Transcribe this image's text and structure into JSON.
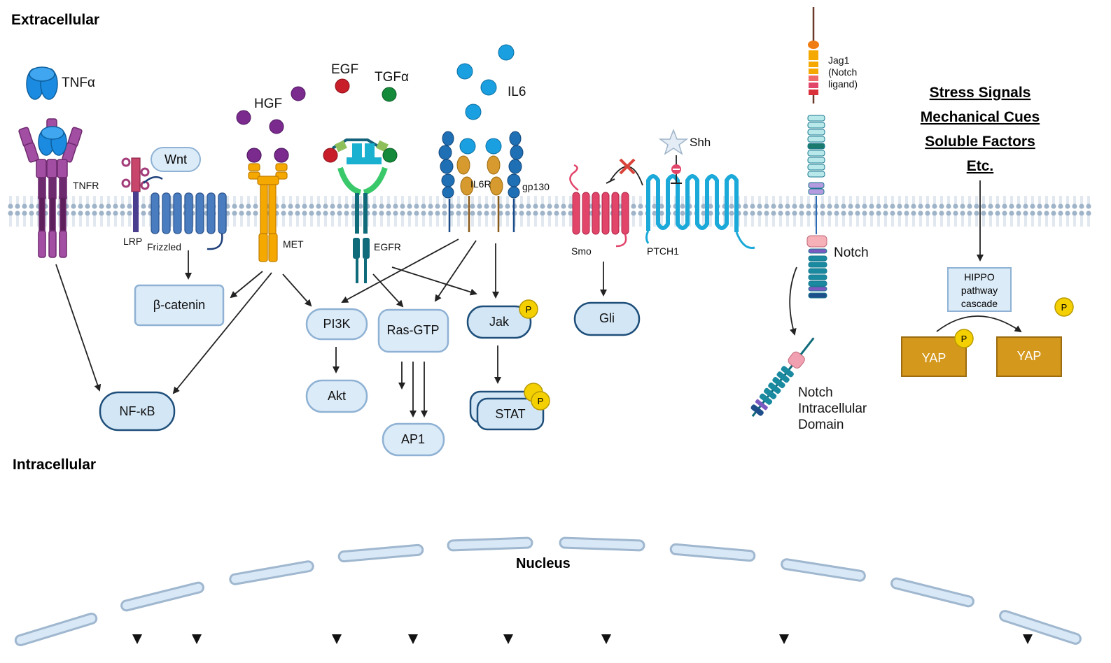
{
  "regions": {
    "extracellular": "Extracellular",
    "intracellular": "Intracellular",
    "nucleus": "Nucleus"
  },
  "ligands": {
    "tnf": "TNFα",
    "hgf": "HGF",
    "egf": "EGF",
    "tgf": "TGFα",
    "il6": "IL6",
    "wnt": "Wnt",
    "shh": "Shh",
    "jag1": [
      "Jag1",
      "(Notch",
      "ligand)"
    ]
  },
  "receptors": {
    "tnfr": "TNFR",
    "lrp": "LRP",
    "frizzled": "Frizzled",
    "met": "MET",
    "egfr": "EGFR",
    "il6r": "IL6R",
    "gp130": "gp130",
    "smo": "Smo",
    "ptch1": "PTCH1",
    "notch": "Notch"
  },
  "signals": [
    "Stress Signals",
    "Mechanical Cues",
    "Soluble Factors",
    "Etc."
  ],
  "nodes": {
    "beta_catenin": "β-catenin",
    "pi3k": "PI3K",
    "ras": "Ras-GTP",
    "jak": "Jak",
    "gli": "Gli",
    "akt": "Akt",
    "ap1": "AP1",
    "stat": "STAT",
    "nfkb": "NF-κB",
    "hippo": [
      "HIPPO",
      "pathway",
      "cascade"
    ],
    "yap_left": "YAP",
    "yap_right": "YAP",
    "nicd": [
      "Notch",
      "Intracellular",
      "Domain"
    ],
    "phospho": "P"
  },
  "colors": {
    "membrane": "#9db2c8",
    "node_fill": "#dcebf8",
    "yap": "#d4981c",
    "phospho": "#f5d000",
    "tnf_purple": "#8e3c8e",
    "met_orange": "#f0a500",
    "egfr_teal": "#0f6a7a",
    "il6_blue": "#1f6fb4",
    "smo_pink": "#e2456a",
    "ptch_cyan": "#1aa9d8",
    "notch_teal": "#1a8aa0"
  }
}
